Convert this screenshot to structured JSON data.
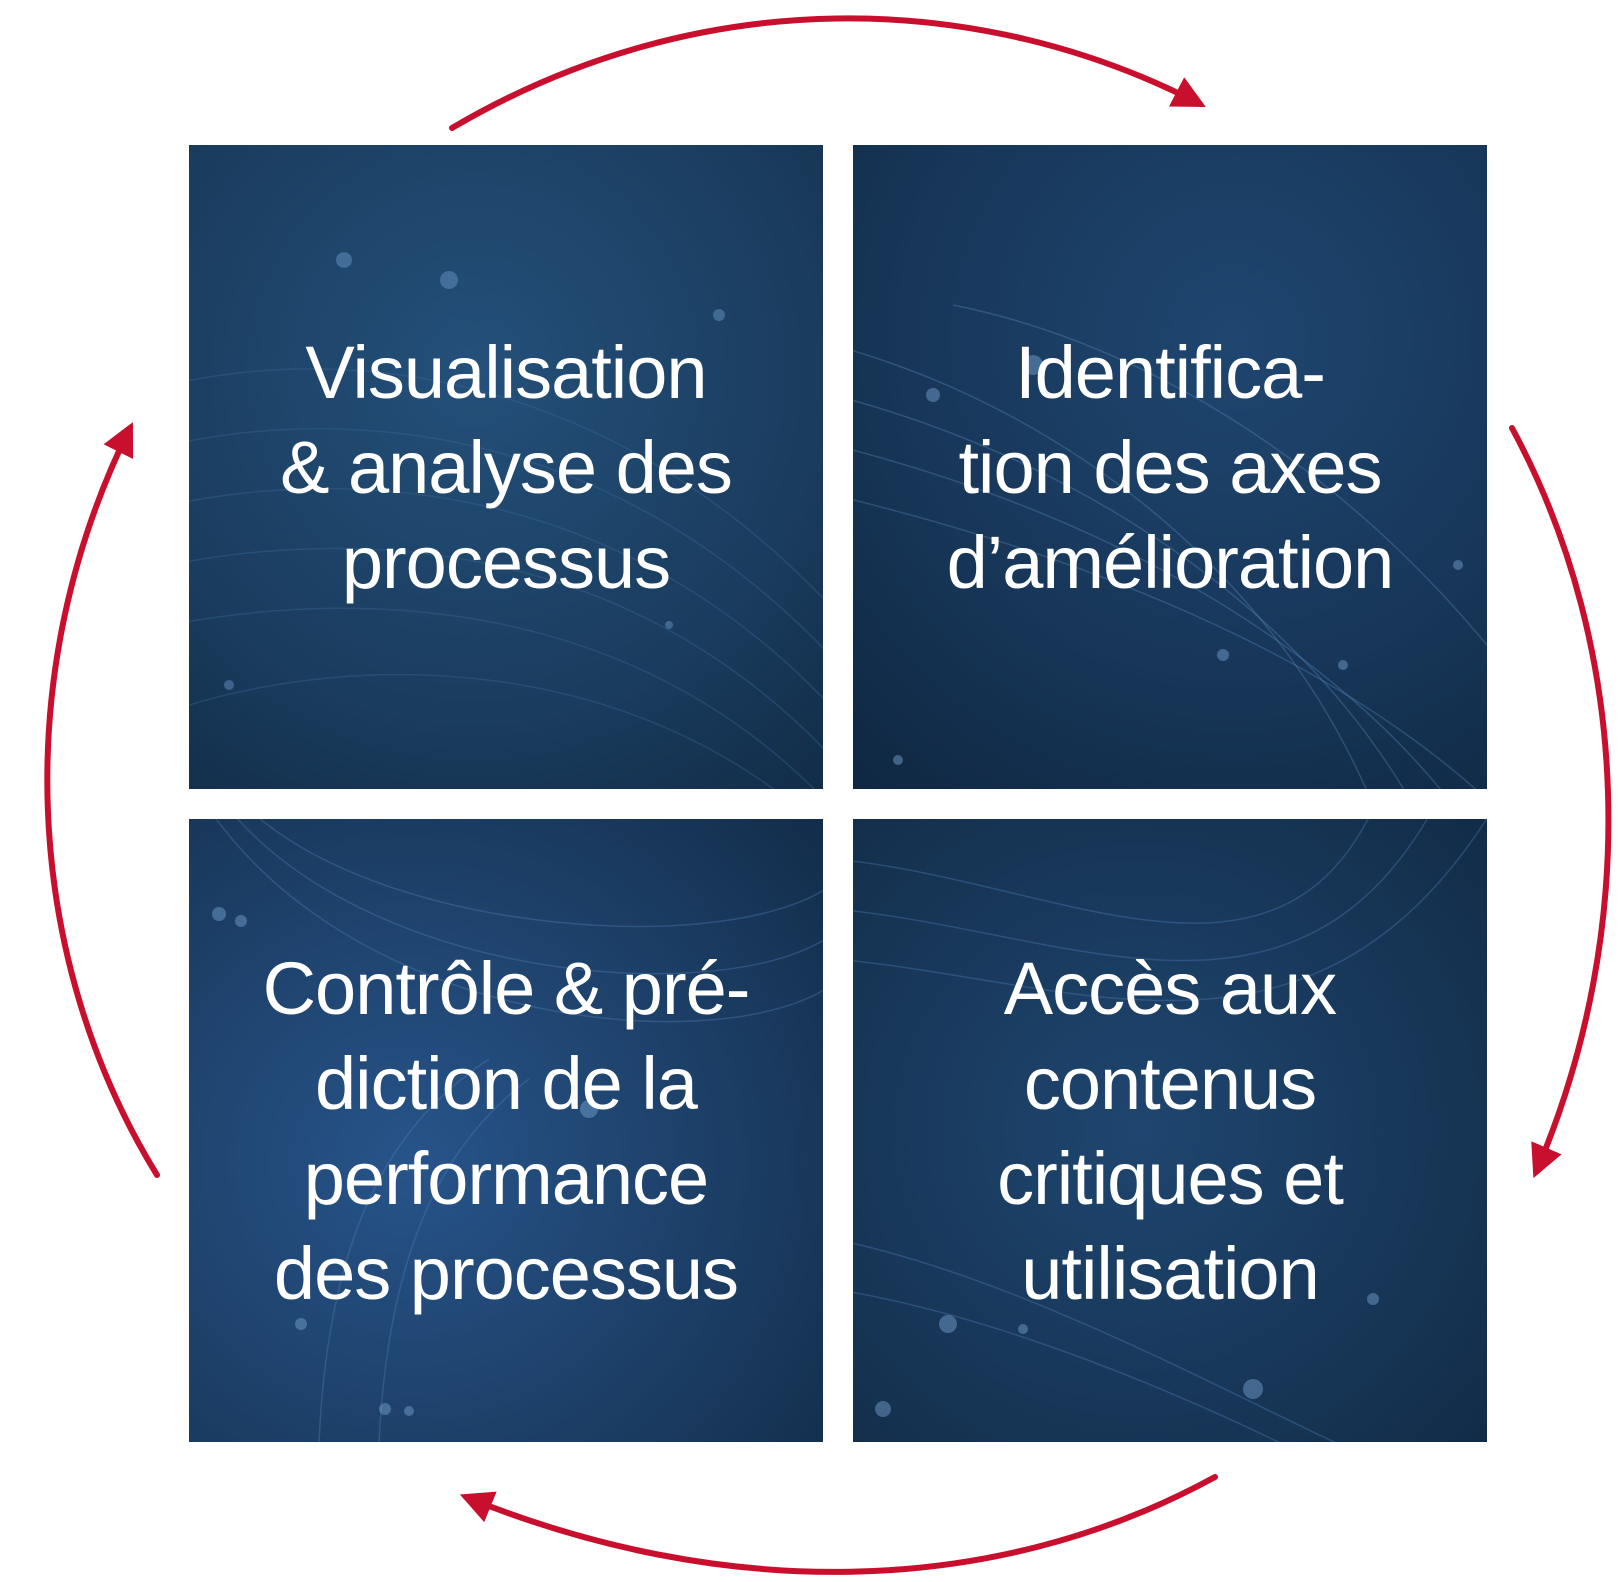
{
  "colors": {
    "arrow": "#c8102e",
    "tile_base": "#1b3a5a",
    "tile_text": "#ffffff"
  },
  "tiles": {
    "top_left": {
      "label": "Visualisation\n& analyse des\nprocessus"
    },
    "top_right": {
      "label": "Identifica-\ntion des axes\nd’amélioration"
    },
    "bottom_left": {
      "label": "Contrôle & pré-\ndiction de la\nperformance\ndes processus"
    },
    "bottom_right": {
      "label": "Accès aux\ncontenus\ncritiques et\nutilisation"
    }
  },
  "cycle": {
    "direction": "clockwise",
    "arrow_icons": [
      "arrow-top-icon",
      "arrow-right-icon",
      "arrow-bottom-icon",
      "arrow-left-icon"
    ]
  }
}
